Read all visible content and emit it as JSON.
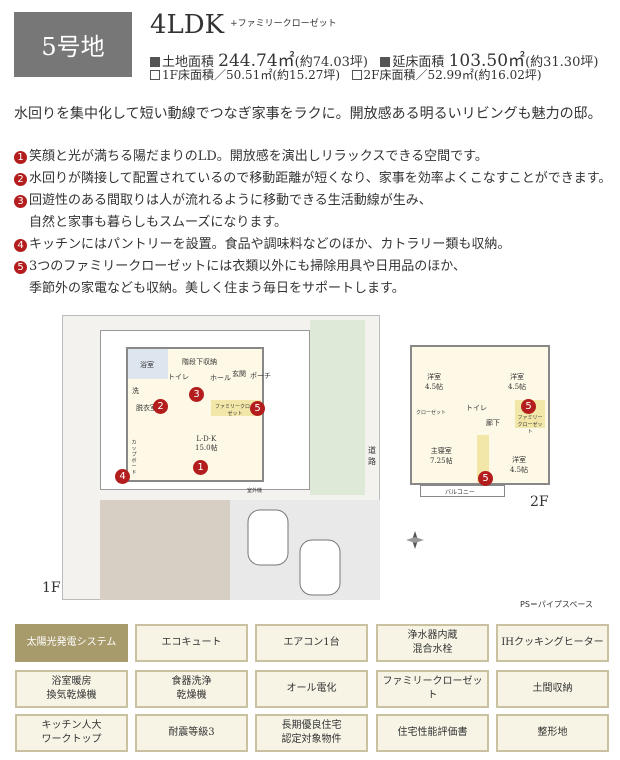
{
  "header": {
    "lot": "5号地",
    "layout": "4LDK",
    "layout_note": "+ファミリークローゼット",
    "land_label": "土地面積",
    "land_area": "244.74㎡",
    "land_tsubo": "(約74.03坪)",
    "floor_label": "延床面積",
    "floor_area": "103.50㎡",
    "floor_tsubo": "(約31.30坪)",
    "f1": "1F床面積／50.51㎡(約15.27坪)",
    "f2": "2F床面積／52.99㎡(約16.02坪)"
  },
  "intro": "水回りを集中化して短い動線でつなぎ家事をラクに。開放感ある明るいリビングも魅力の邸。",
  "points": [
    {
      "n": "1",
      "lines": [
        "笑顔と光が満ちる陽だまりのLD。開放感を演出しリラックスできる空間です。"
      ]
    },
    {
      "n": "2",
      "lines": [
        "水回りが隣接して配置されているので移動距離が短くなり、家事を効率よくこなすことができます。"
      ]
    },
    {
      "n": "3",
      "lines": [
        "回遊性のある間取りは人が流れるように移動できる生活動線が生み、",
        "自然と家事も暮らしもスムーズになります。"
      ]
    },
    {
      "n": "4",
      "lines": [
        "キッチンにはパントリーを設置。食品や調味料などのほか、カトラリー類も収納。"
      ]
    },
    {
      "n": "5",
      "lines": [
        "3つのファミリークローゼットには衣類以外にも掃除用具や日用品のほか、",
        "季節外の家電なども収納。美しく住まう毎日をサポートします。"
      ]
    }
  ],
  "floorplan": {
    "f1_label": "1F",
    "f2_label": "2F",
    "road": "道路",
    "ps_note": "PS＝パイプスペース",
    "f1_rooms": {
      "bath": "浴室",
      "toilet": "トイレ",
      "storage": "階段下収納",
      "hall": "ホール",
      "entrance": "玄関",
      "porch": "ポーチ",
      "wash": "洗",
      "dressing": "脱衣室",
      "family_closet": "ファミリークローゼット",
      "ldk": "L·D·K\n15.0帖",
      "cupboard": "カップボード",
      "ac": "室外機"
    },
    "f2_rooms": {
      "w1": "洋室\n4.5帖",
      "w2": "洋室\n4.5帖",
      "toilet": "トイレ",
      "corridor": "廊下",
      "closet": "クローゼット",
      "fc": "ファミリークローゼット",
      "master": "主寝室\n7.25帖",
      "w3": "洋室\n4.5帖",
      "balcony": "バルコニー"
    }
  },
  "features": [
    {
      "label": "太陽光発電システム",
      "active": true
    },
    {
      "label": "エコキュート"
    },
    {
      "label": "エアコン1台"
    },
    {
      "label": "浄水器内蔵\n混合水栓"
    },
    {
      "label": "IHクッキングヒーター"
    },
    {
      "label": "浴室暖房\n換気乾燥機"
    },
    {
      "label": "食器洗浄\n乾燥機"
    },
    {
      "label": "オール電化"
    },
    {
      "label": "ファミリークローゼット"
    },
    {
      "label": "土間収納"
    },
    {
      "label": "キッチン人大\nワークトップ"
    },
    {
      "label": "耐震等級3"
    },
    {
      "label": "長期優良住宅\n認定対象物件"
    },
    {
      "label": "住宅性能評価書"
    },
    {
      "label": "整形地"
    }
  ],
  "colors": {
    "badge": "#b31d1d",
    "feature_active": "#a79a6b",
    "feature_bg": "#f7f4e6",
    "lot_box": "#777777"
  }
}
